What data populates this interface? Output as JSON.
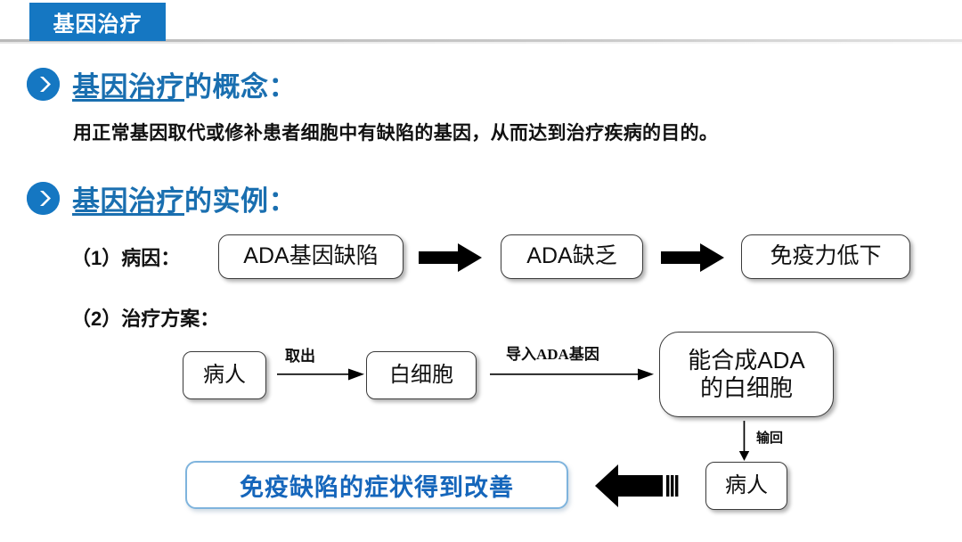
{
  "slide": {
    "title_badge": "基因治疗",
    "background": "#ffffff",
    "accent_blue": "#1577c2",
    "heading_blue": "#1a6fb0",
    "result_blue": "#1566bb",
    "result_border": "#7fb4dd"
  },
  "sections": [
    {
      "bullet_icon": "chevron-right-circle-icon",
      "heading_underlined": "基因治疗",
      "heading_rest": "的概念：",
      "body": "用正常基因取代或修补患者细胞中有缺陷的基因，从而达到治疗疾病的目的。"
    },
    {
      "bullet_icon": "chevron-right-circle-icon",
      "heading_underlined": "基因治疗",
      "heading_rest": "的实例："
    }
  ],
  "cause_row": {
    "label": "（1）病因：",
    "boxes": [
      "ADA基因缺陷",
      "ADA缺乏",
      "免疫力低下"
    ],
    "arrows": [
      "block-arrow-right-icon",
      "block-arrow-right-icon"
    ]
  },
  "treatment": {
    "label": "（2）治疗方案：",
    "boxes": {
      "patient_start": "病人",
      "white_cell": "白细胞",
      "ada_cell": "能合成ADA\n的白细胞",
      "patient_end": "病人",
      "result": "免疫缺陷的症状得到改善"
    },
    "arrow_labels": {
      "extract": "取出",
      "introduce": "导入ADA基因",
      "return": "输回"
    },
    "arrow_icons": {
      "extract": "arrow-right-icon",
      "introduce": "arrow-right-icon",
      "return": "arrow-down-icon",
      "result": "block-arrow-left-icon"
    }
  }
}
